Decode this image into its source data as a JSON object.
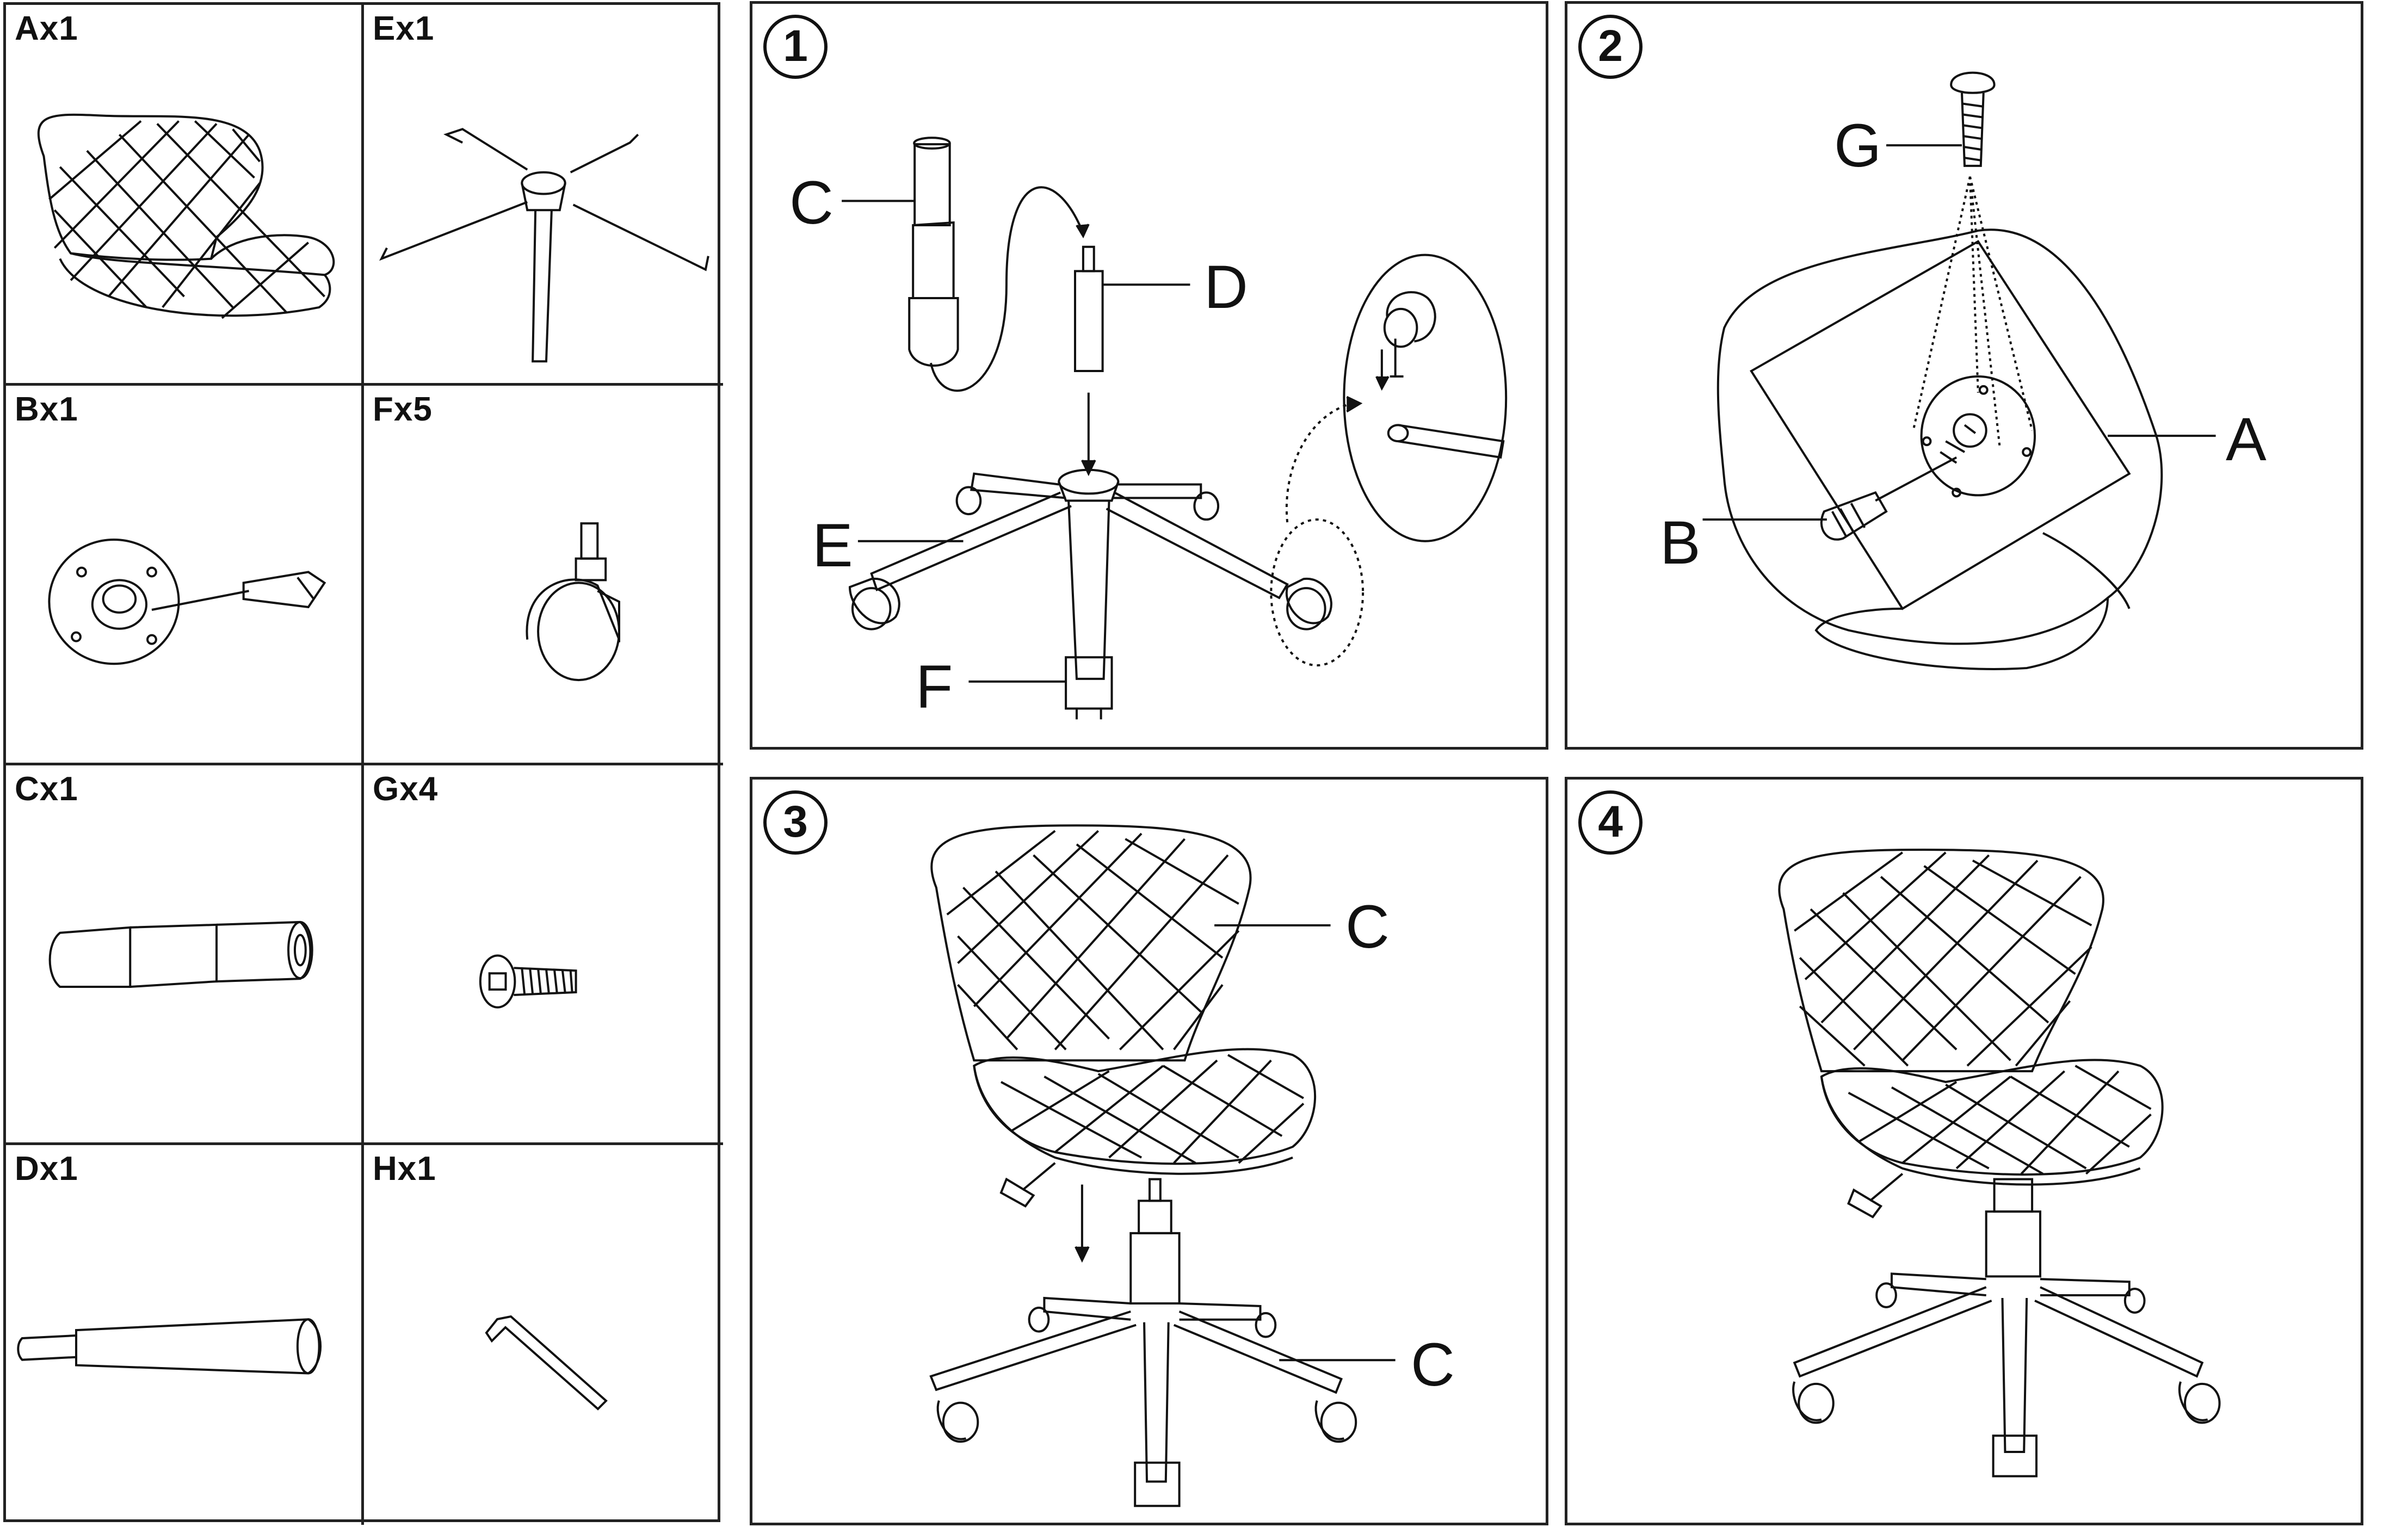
{
  "parts": [
    {
      "id": "A",
      "label": "Ax1"
    },
    {
      "id": "E",
      "label": "Ex1"
    },
    {
      "id": "B",
      "label": "Bx1"
    },
    {
      "id": "F",
      "label": "Fx5"
    },
    {
      "id": "C",
      "label": "Cx1"
    },
    {
      "id": "G",
      "label": "Gx4"
    },
    {
      "id": "D",
      "label": "Dx1"
    },
    {
      "id": "H",
      "label": "Hx1"
    }
  ],
  "steps": [
    {
      "number": "1",
      "callouts": {
        "c": "C",
        "d": "D",
        "e": "E",
        "f": "F"
      }
    },
    {
      "number": "2",
      "callouts": {
        "g": "G",
        "a": "A",
        "b": "B"
      }
    },
    {
      "number": "3",
      "callouts": {
        "c_top": "C",
        "c_bottom": "C"
      }
    },
    {
      "number": "4"
    }
  ]
}
